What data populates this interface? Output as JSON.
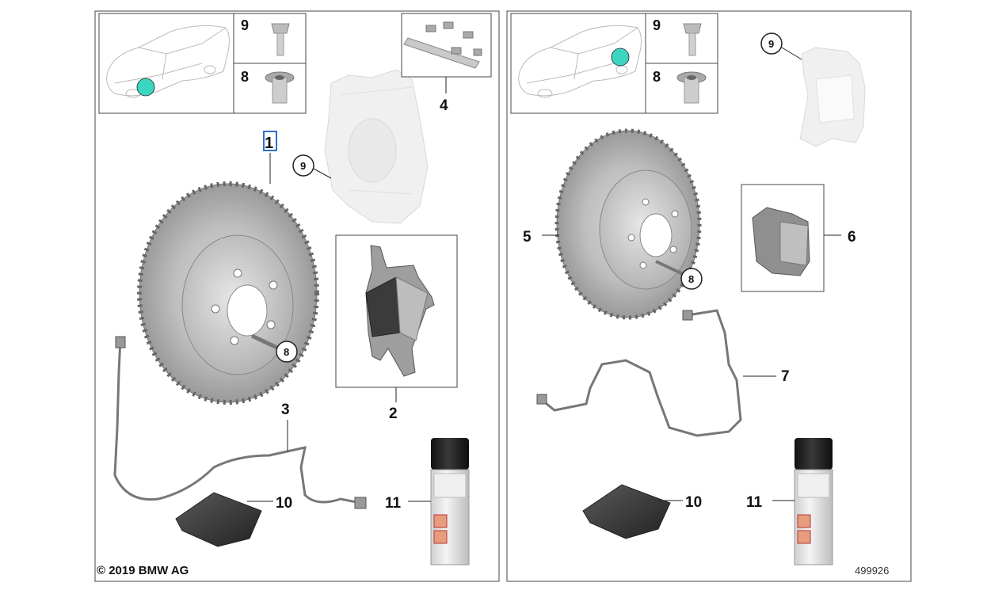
{
  "panels": [
    {
      "inset": {
        "row_top_label": "9",
        "row_bottom_label": "8"
      },
      "callouts": [
        "1",
        "2",
        "3",
        "4",
        "10",
        "11"
      ],
      "circled": [
        "9",
        "8"
      ]
    },
    {
      "inset": {
        "row_top_label": "9",
        "row_bottom_label": "8"
      },
      "callouts": [
        "5",
        "6",
        "7",
        "10",
        "11"
      ],
      "circled": [
        "9",
        "8"
      ]
    }
  ],
  "footer": {
    "copyright": "© 2019 BMW AG",
    "image_number": "499926"
  },
  "colors": {
    "marker": "#3cd6c0",
    "highlight_box": "#2f6fd1"
  }
}
